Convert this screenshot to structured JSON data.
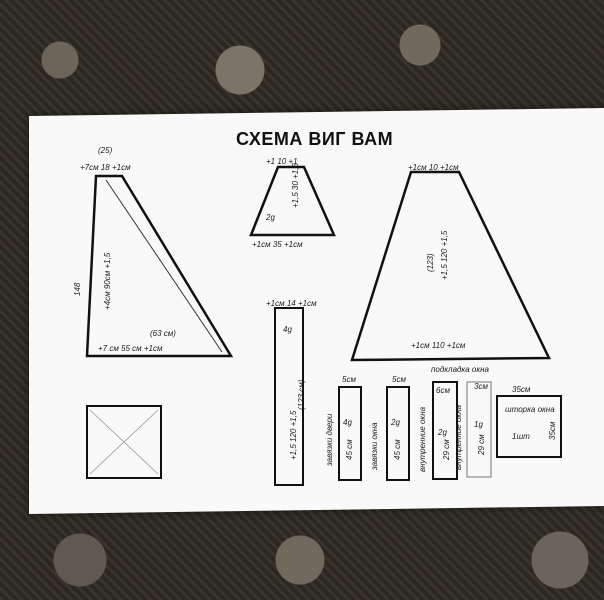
{
  "photo": {
    "title": "СХЕМА ВИГ ВАМ"
  },
  "notes": {
    "left_top_paren": "(25)",
    "left_top": "+7см 18 +1см",
    "left_height": "+4см 90см +1,5",
    "left_small": "(63 см)",
    "left_bottom": "+7 см 55 см +1см",
    "left_edge": "148",
    "mid_top": "+1 10 +1",
    "mid_vert": "+1,5 30 +1,5",
    "mid_label": "2g",
    "mid_bottom": "+1см 35 +1см",
    "right_top": "+1см 10 +1см",
    "right_vert": "+1,5 120 +1,5",
    "right_paren": "(123)",
    "right_bottom": "+1см 110 +1см",
    "strip_top": "+1см 14 +1см",
    "strip_label": "4g",
    "strip_vert": "+1,5 120 +1,5",
    "strip_paren": "(123 см)",
    "s1_top": "5см",
    "s1_label": "4g",
    "s1_side": "завязки двери",
    "s1_vert": "45 см",
    "s2_top": "5см",
    "s2_label": "2g",
    "s2_side": "завязки окна",
    "s2_vert": "45 см",
    "s3_top": "6см",
    "s3_label": "2g",
    "s3_side": "внутренние окна",
    "s3_vert": "29 см",
    "s4_top": "3см",
    "s4_label": "1g",
    "s4_side": "внутренние окна",
    "s4_vert": "29 см",
    "s5_top": "35см",
    "s5_label": "шторка окна",
    "s5_count": "1шт",
    "s5_side": "35см",
    "s5_over": "подкладка окна"
  }
}
